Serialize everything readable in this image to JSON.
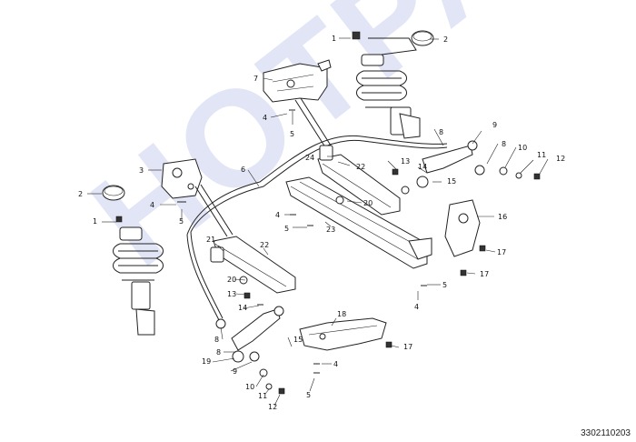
{
  "watermark": "HOTPARTS",
  "document_id": "3302110203",
  "callouts": {
    "c1": "1",
    "c2": "2",
    "c3": "3",
    "c4": "4",
    "c5": "5",
    "c6": "6",
    "c7": "7",
    "c8": "8",
    "c9": "9",
    "c10": "10",
    "c11": "11",
    "c12": "12",
    "c13": "13",
    "c14": "14",
    "c15": "15",
    "c16": "16",
    "c17": "17",
    "c18": "18",
    "c19": "19",
    "c20": "20",
    "c21": "21",
    "c22": "22",
    "c23": "23",
    "c24": "24"
  }
}
